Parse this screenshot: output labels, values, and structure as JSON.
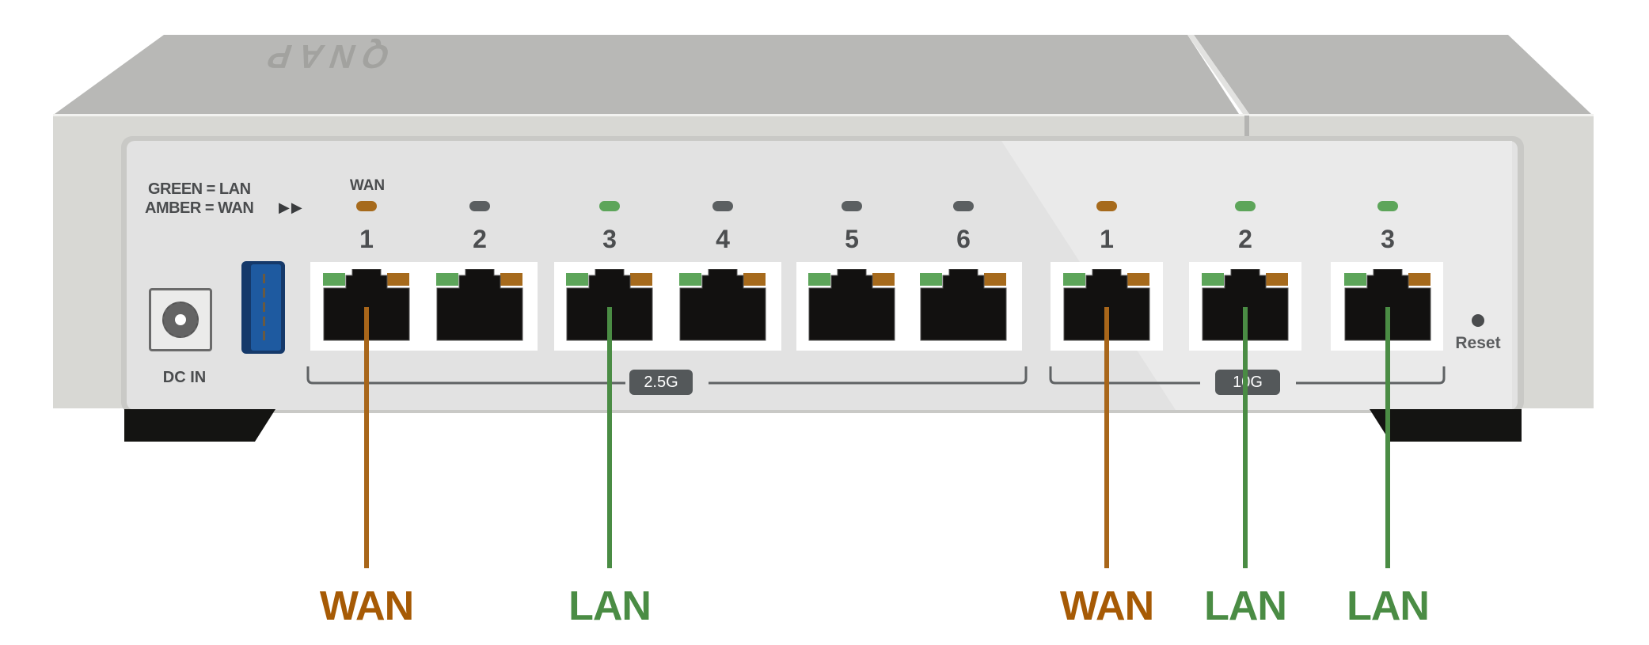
{
  "device": {
    "brand_logo": "QNAP",
    "legend": {
      "line1": "GREEN = LAN",
      "line2": "AMBER = WAN",
      "arrows": "▶▶"
    },
    "wan_indicator_label": "WAN",
    "dc_in_label": "DC IN",
    "reset_label": "Reset",
    "colors": {
      "lan_green": "#4a8c44",
      "wan_amber": "#a65a05",
      "led_green": "#5da55a",
      "led_amber": "#a66a1c",
      "led_off": "#5b5f61",
      "usb_blue": "#1e5aa0"
    },
    "groups": [
      {
        "name": "2.5G",
        "badge": "2.5G"
      },
      {
        "name": "10G",
        "badge": "10G"
      }
    ],
    "ports_2_5g": [
      {
        "number": "1",
        "led": "amber",
        "role": "WAN"
      },
      {
        "number": "2",
        "led": "off",
        "role": ""
      },
      {
        "number": "3",
        "led": "green",
        "role": "LAN"
      },
      {
        "number": "4",
        "led": "off",
        "role": ""
      },
      {
        "number": "5",
        "led": "off",
        "role": ""
      },
      {
        "number": "6",
        "led": "off",
        "role": ""
      }
    ],
    "ports_10g": [
      {
        "number": "1",
        "led": "amber",
        "role": "WAN"
      },
      {
        "number": "2",
        "led": "green",
        "role": "LAN"
      },
      {
        "number": "3",
        "led": "green",
        "role": "LAN"
      }
    ]
  },
  "callouts": [
    {
      "label": "WAN",
      "port": "2.5G port 1",
      "color": "amber"
    },
    {
      "label": "LAN",
      "port": "2.5G port 3",
      "color": "green"
    },
    {
      "label": "WAN",
      "port": "10G port 1",
      "color": "amber"
    },
    {
      "label": "LAN",
      "port": "10G port 2",
      "color": "green"
    },
    {
      "label": "LAN",
      "port": "10G port 3",
      "color": "green"
    }
  ]
}
